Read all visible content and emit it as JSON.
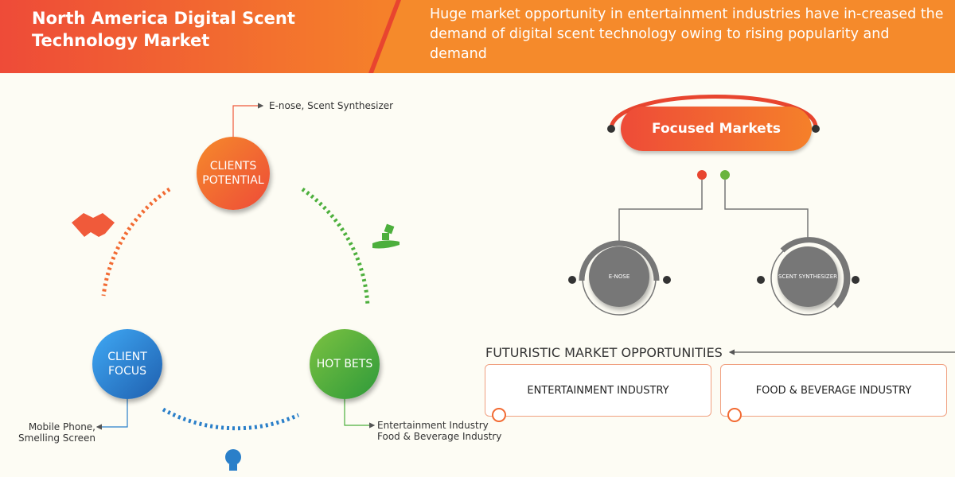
{
  "header": {
    "title": "North America Digital Scent Technology Market",
    "subtitle": "Huge market opportunity in entertainment industries have in-creased the demand of digital scent technology owing to rising popularity and demand"
  },
  "cycle": {
    "clients_potential": {
      "label": "CLIENTS POTENTIAL",
      "note": "E-nose, Scent Synthesizer",
      "color": "#f05a3a"
    },
    "client_focus": {
      "label": "CLIENT FOCUS",
      "note_line1": "Mobile Phone,",
      "note_line2": "Smelling Screen",
      "color": "#2a7fc9"
    },
    "hot_bets": {
      "label": "HOT BETS",
      "note_line1": "Entertainment Industry",
      "note_line2": "Food & Beverage Industry",
      "color": "#4caf3c"
    },
    "icons": [
      "handshake-icon",
      "dice-hand-icon",
      "lightbulb-icon"
    ]
  },
  "focused": {
    "title": "Focused Markets",
    "items": [
      "E-NOSE",
      "SCENT SYNTHESIZER"
    ]
  },
  "futuristic": {
    "title": "FUTURISTIC MARKET OPPORTUNITIES",
    "items": [
      "ENTERTAINMENT INDUSTRY",
      "FOOD & BEVERAGE INDUSTRY"
    ]
  }
}
